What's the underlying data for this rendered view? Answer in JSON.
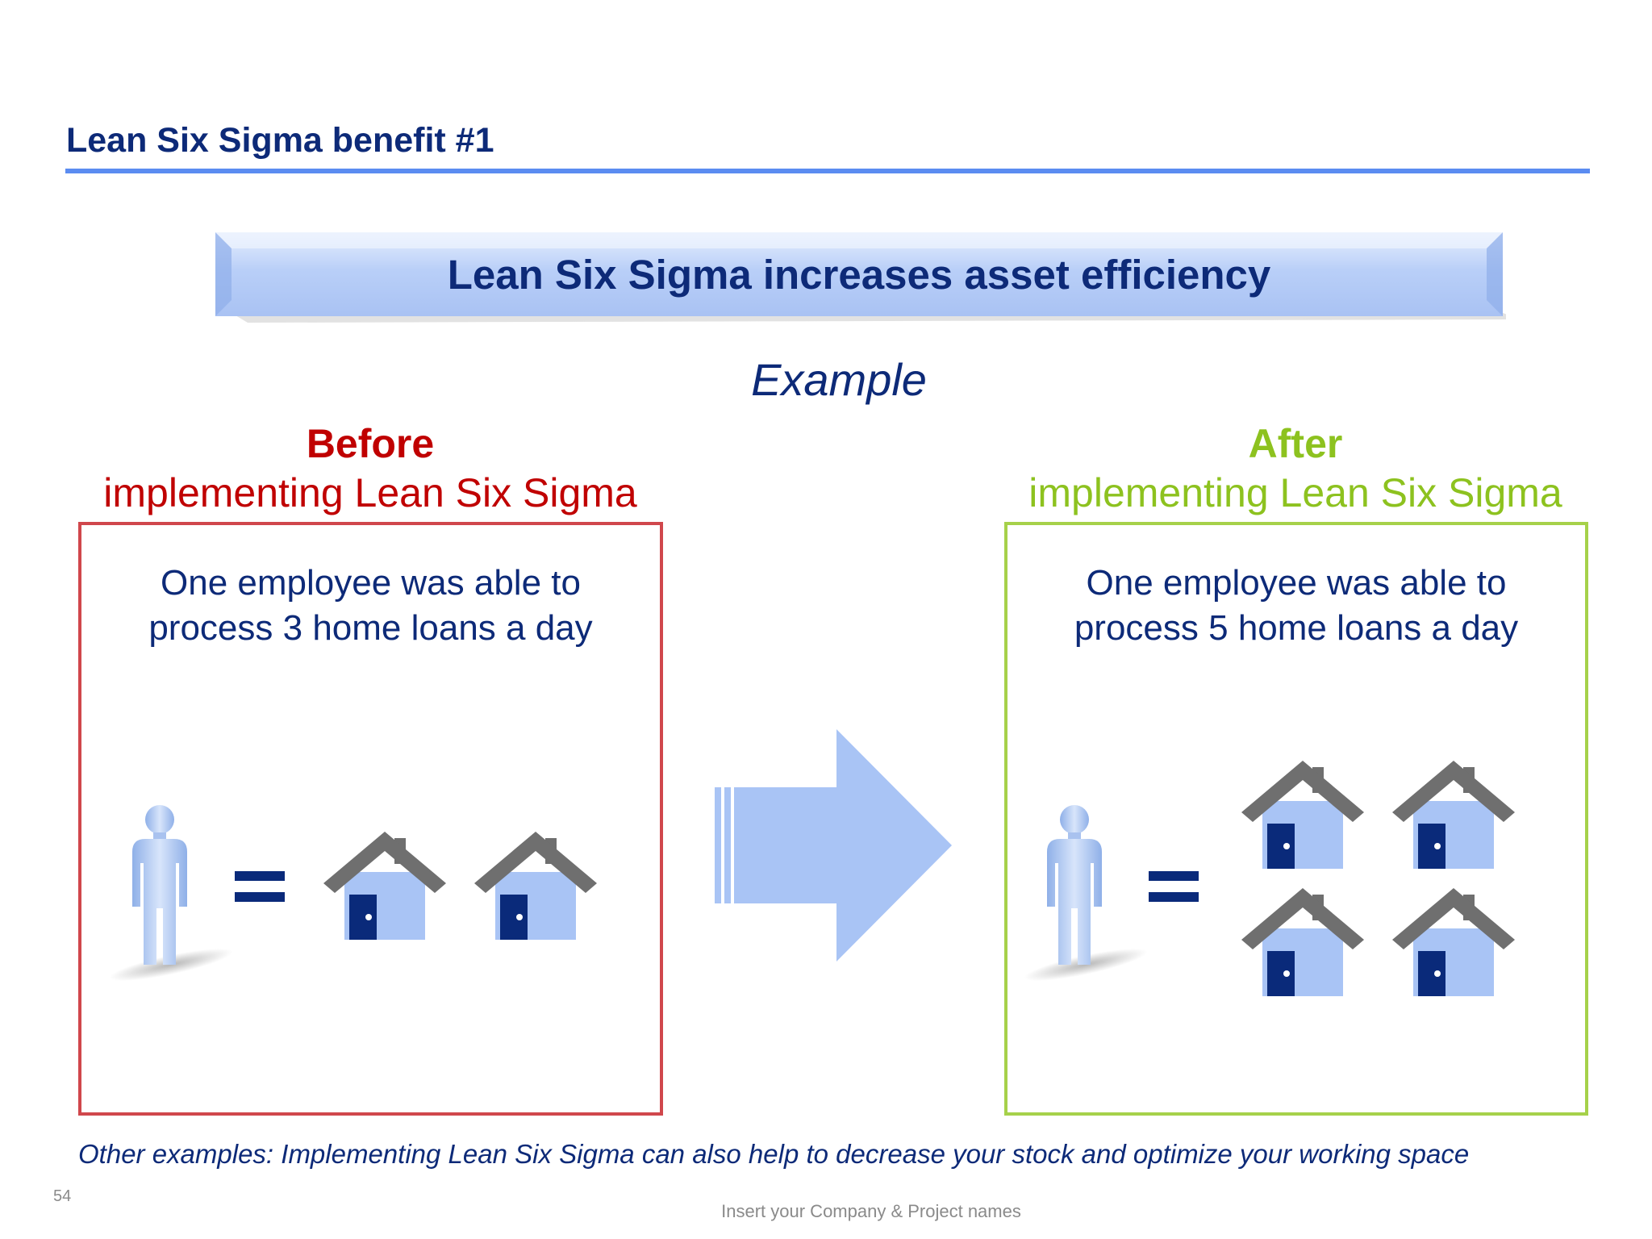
{
  "slide": {
    "title": "Lean Six Sigma benefit #1",
    "banner": "Lean Six Sigma increases asset efficiency",
    "example_label": "Example"
  },
  "before": {
    "heading": "Before",
    "subheading": "implementing Lean Six Sigma",
    "text_line1": "One employee was able to",
    "text_line2": "process 3 home loans a day",
    "equals": "=",
    "houses_shown": 2,
    "color": "#c00000"
  },
  "after": {
    "heading": "After",
    "subheading": "implementing Lean Six Sigma",
    "text_line1": "One employee was able to",
    "text_line2": "process 5 home loans a day",
    "equals": "=",
    "houses_shown": 4,
    "color": "#8dc21f"
  },
  "footnote": "Other examples: Implementing Lean Six Sigma can also help to decrease your stock and optimize your working space",
  "footer": {
    "page_number": "54",
    "company_text": "Insert your Company & Project names"
  },
  "icons": [
    "person-icon",
    "house-icon",
    "right-arrow-icon"
  ],
  "colors": {
    "title_blue": "#0d2a78",
    "accent_blue": "#5b8cf1",
    "icon_blue": "#a9c4f5",
    "door_navy": "#0a2a7a",
    "roof_gray": "#6f6f6f"
  }
}
